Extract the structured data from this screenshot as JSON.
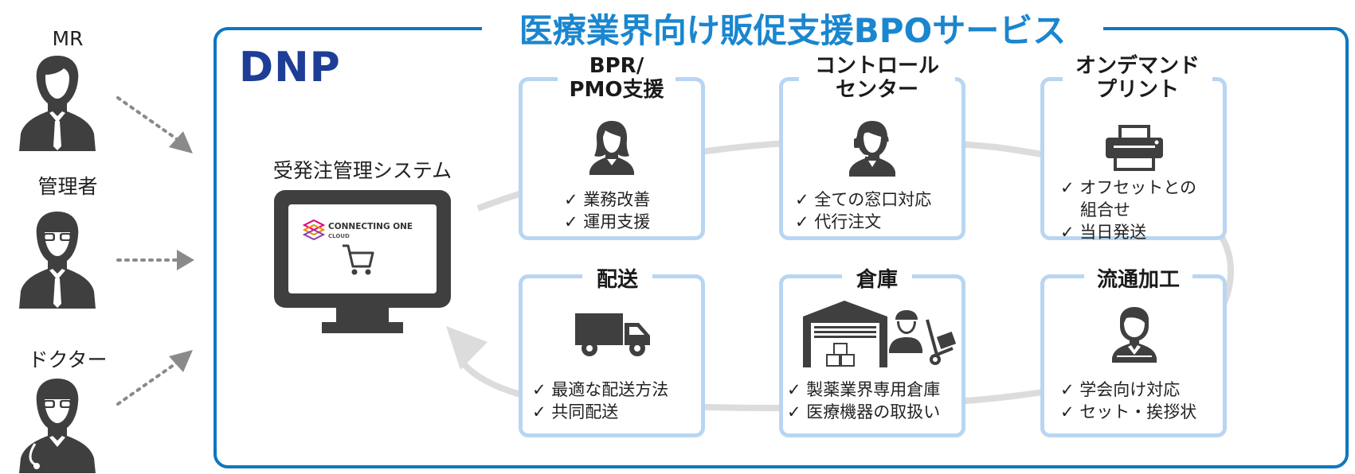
{
  "header": {
    "title": "医療業界向け販促支援BPOサービス",
    "logo_text": "DNP"
  },
  "users": [
    {
      "label": "MR",
      "icon": "businessman-icon"
    },
    {
      "label": "管理者",
      "icon": "manager-with-glasses-icon"
    },
    {
      "label": "ドクター",
      "icon": "doctor-with-stethoscope-icon"
    }
  ],
  "system": {
    "label": "受発注管理システム",
    "screen_brand": "CONNECTING ONE",
    "screen_brand_sub": "CLOUD",
    "icon": "monitor-with-shopping-cart-icon"
  },
  "services": [
    {
      "title_lines": [
        "BPR/",
        "PMO支援"
      ],
      "icon": "businesswoman-icon",
      "items": [
        "✓ 業務改善",
        "✓ 運用支援"
      ]
    },
    {
      "title_lines": [
        "コントロール",
        "センター"
      ],
      "icon": "operator-headset-icon",
      "items": [
        "✓ 全ての窓口対応",
        "✓ 代行注文"
      ]
    },
    {
      "title_lines": [
        "オンデマンド",
        "プリント"
      ],
      "icon": "printer-icon",
      "items": [
        "✓ オフセットとの",
        "   組合せ",
        "✓ 当日発送"
      ]
    },
    {
      "title_lines": [
        "配送"
      ],
      "icon": "delivery-truck-icon",
      "items": [
        "✓ 最適な配送方法",
        "✓ 共同配送"
      ]
    },
    {
      "title_lines": [
        "倉庫"
      ],
      "icon": "warehouse-worker-icon",
      "items": [
        "✓ 製薬業界専用倉庫",
        "✓ 医療機器の取扱い"
      ]
    },
    {
      "title_lines": [
        "流通加工"
      ],
      "icon": "worker-icon",
      "items": [
        "✓ 学会向け対応",
        "✓ セット・挨拶状"
      ]
    }
  ],
  "colors": {
    "frame": "#0d77c0",
    "title": "#1a86cf",
    "logo": "#1d3d96",
    "box_border": "#b8d6f2",
    "icon": "#3f3f3f",
    "cycle": "#dcdcdc"
  }
}
